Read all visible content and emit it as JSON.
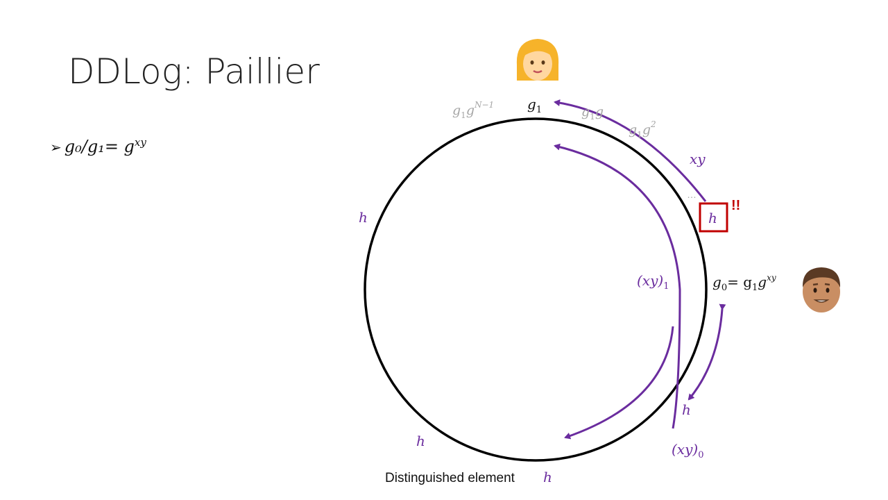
{
  "slide": {
    "title": "DDLog: Paillier",
    "bullet": "g₀/g₁= g",
    "bullet_exp": "xy"
  },
  "diagram": {
    "labels": {
      "g1": "g",
      "g1_sub": "1",
      "g1gN1_base": "g",
      "g1gN1_sub": "1",
      "g1gN1_g": "g",
      "g1gN1_exp": "N−1",
      "g1g_base": "g",
      "g1g_sub": "1",
      "g1g_g": "g",
      "g1g2_base": "g",
      "g1g2_sub": "1",
      "g1g2_g": "g",
      "g1g2_exp": "2",
      "dots": "…",
      "xy": "xy",
      "h_box": "h",
      "bang": "!!",
      "h_left": "h",
      "xy1": "(xy)",
      "xy1_sub": "1",
      "g0_eq": "g",
      "g0_sub": "0",
      "g0_rhs": "= g",
      "g0_rhs_sub": "1",
      "g0_rhs_g": "g",
      "g0_rhs_exp": "xy",
      "h_right_bottom": "h",
      "h_bottom_left": "h",
      "xy0": "(xy)",
      "xy0_sub": "0",
      "distinguished": "Distinguished element",
      "distinguished_h": "h"
    },
    "colors": {
      "circle": "#000000",
      "purple": "#6a2c9e",
      "gray": "#a6a6a6",
      "red": "#c00000",
      "text": "#111111"
    },
    "icons": {
      "top": "woman-face-emoji-icon",
      "right": "man-face-emoji-icon"
    }
  }
}
